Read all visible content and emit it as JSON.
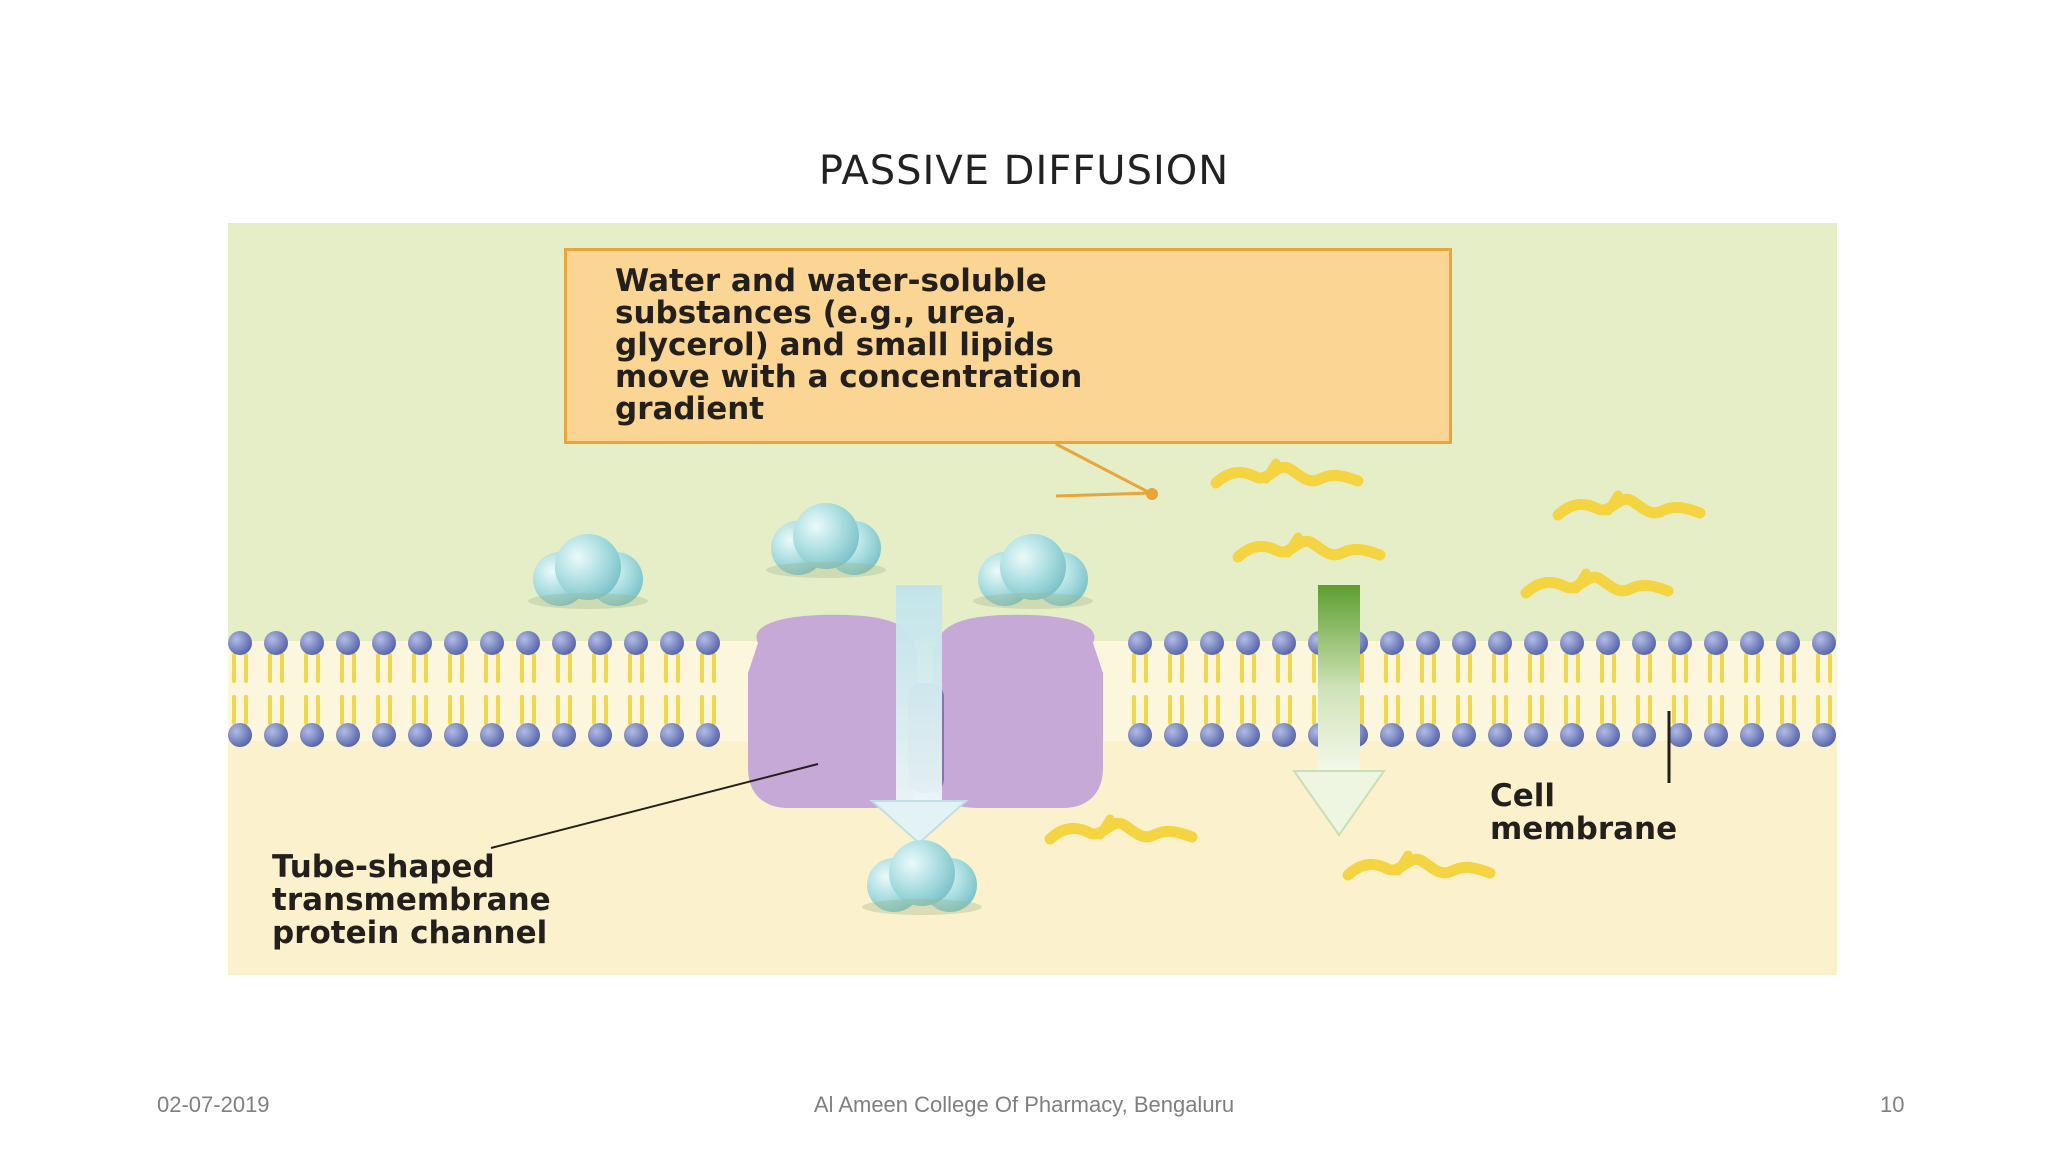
{
  "slide": {
    "title": "PASSIVE DIFFUSION"
  },
  "diagram": {
    "callout_text": "Water and water-soluble\nsubstances (e.g., urea,\nglycerol) and small lipids\nmove with a concentration\ngradient",
    "channel_label": "Tube-shaped\ntransmembrane\nprotein channel",
    "membrane_label": "Cell\nmembrane",
    "colors": {
      "outside": "#e6eec8",
      "inside": "#fbf1cc",
      "phospholipid_head": "#6c79b8",
      "lipid_tail": "#f2dc5c",
      "protein_channel": "#c7a9d8",
      "water_molecule": "#a9dee0",
      "lipid_molecule": "#f5d441",
      "callout_fill": "#fbd593",
      "callout_border": "#e7a53c",
      "arrow_channel": "#c5e6ea",
      "arrow_lipid": "#6da83a"
    }
  },
  "footer": {
    "date": "02-07-2019",
    "institution": "Al Ameen College Of Pharmacy, Bengaluru",
    "page_number": "10"
  }
}
